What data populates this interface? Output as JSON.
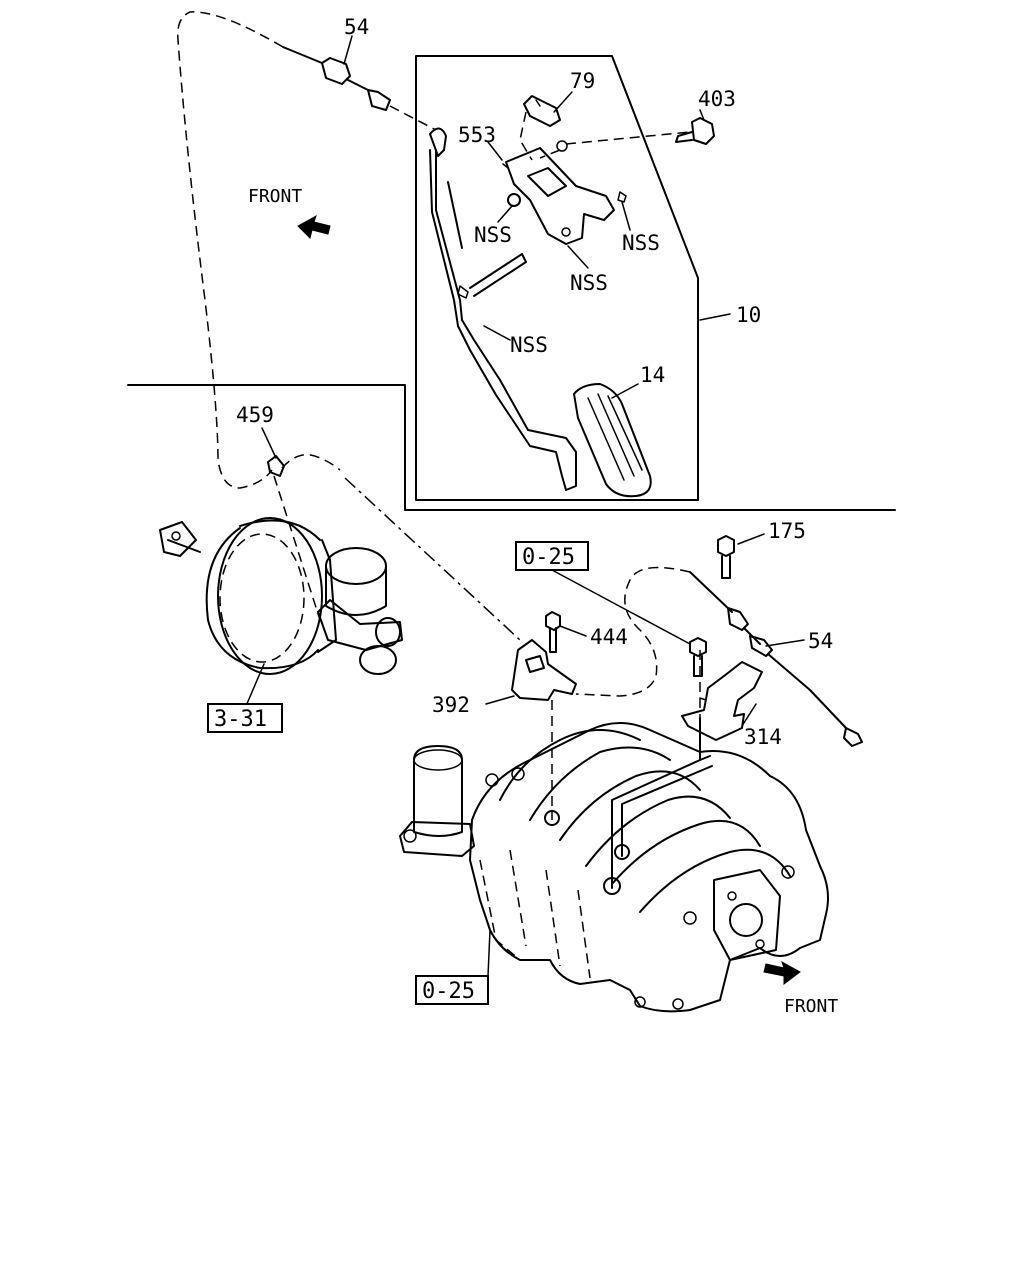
{
  "callouts": {
    "c54_top": "54",
    "c79": "79",
    "c403": "403",
    "c553": "553",
    "nss_1": "NSS",
    "nss_2": "NSS",
    "nss_3": "NSS",
    "nss_4": "NSS",
    "c10": "10",
    "c14": "14",
    "c459": "459",
    "c175": "175",
    "c54_right": "54",
    "c444": "444",
    "c392": "392",
    "c314": "314"
  },
  "references": {
    "ref_0_25_top": "0-25",
    "ref_3_31": "3-31",
    "ref_0_25_bottom": "0-25"
  },
  "direction": {
    "front_upper": "FRONT",
    "front_lower": "FRONT"
  }
}
